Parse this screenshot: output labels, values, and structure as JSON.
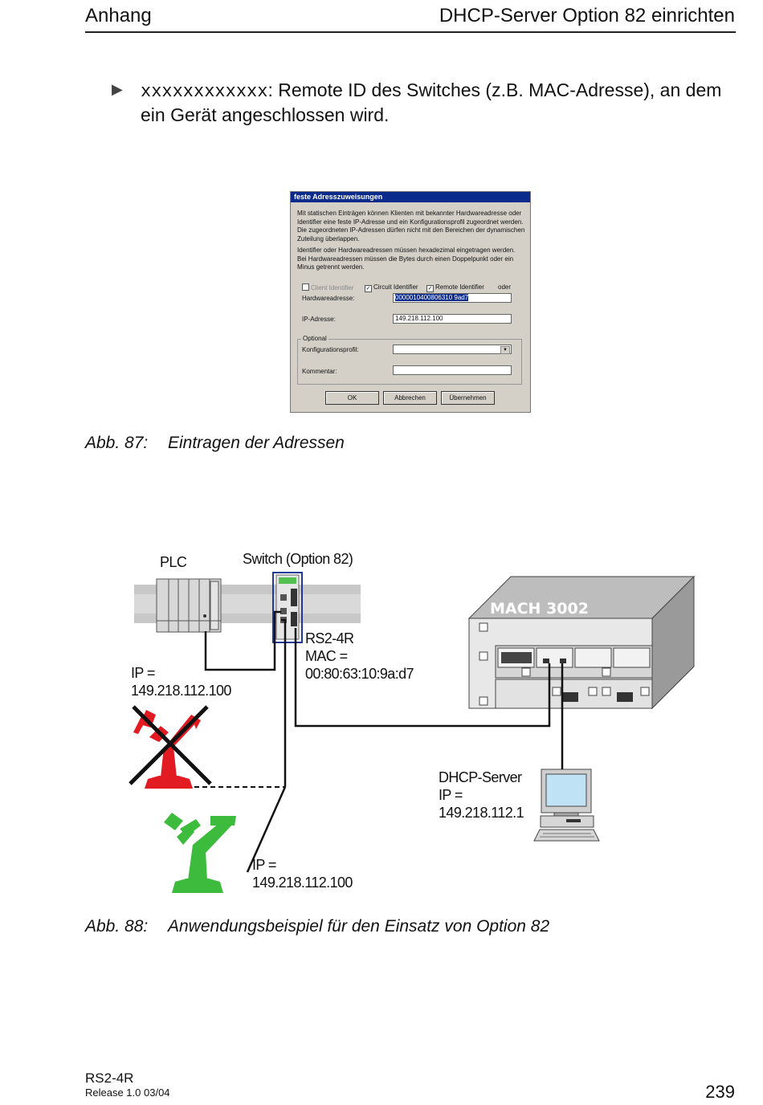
{
  "header": {
    "left": "Anhang",
    "right": "DHCP-Server Option 82 einrichten"
  },
  "bullet": {
    "code": "xxxxxxxxxxxx",
    "text": ": Remote ID des Switches (z.B. MAC-Adresse), an dem ein Gerät angeschlossen wird."
  },
  "dialog": {
    "title": "feste Adresszuweisungen",
    "para1": "Mit statischen Einträgen können Klienten mit bekannter Hardwareadresse oder Identifier eine feste IP-Adresse und ein Konfigurationsprofil zugeordnet werden. Die zugeordneten IP-Adressen dürfen nicht mit den Bereichen der dynamischen Zuteilung überlappen.",
    "para2": "Identifier oder Hardwareadressen müssen hexadezimal eingetragen werden. Bei Hardwareadressen müssen die Bytes durch einen Doppelpunkt oder ein Minus getrennt werden.",
    "chk_client": "Client Identifier",
    "chk_circuit": "Circuit Identifier",
    "chk_remote": "Remote Identifier",
    "chk_oder": "oder",
    "hw_label": "Hardwareadresse:",
    "hw_value": "0000010400806310 9ad7",
    "ip_label": "IP-Adresse:",
    "ip_value": "149.218.112.100",
    "optional_label": "Optional",
    "profile_label": "Konfigurationsprofil:",
    "comment_label": "Kommentar:",
    "btn_ok": "OK",
    "btn_cancel": "Abbrechen",
    "btn_apply": "Übernehmen"
  },
  "caption87": {
    "num": "Abb. 87:",
    "text": "Eintragen der Adressen"
  },
  "diagram": {
    "plc": "PLC",
    "switch": "Switch (Option 82)",
    "mach": "MACH 3002",
    "rs2_l1": "RS2-4R",
    "rs2_l2": "MAC =",
    "rs2_l3": "00:80:63:10:9a:d7",
    "ip_old_l1": "IP =",
    "ip_old_l2": "149.218.112.100",
    "dhcp_l1": "DHCP-Server",
    "dhcp_l2": "IP =",
    "dhcp_l3": "149.218.112.1",
    "ip_new_l1": "IP =",
    "ip_new_l2": "149.218.112.100"
  },
  "caption88": {
    "num": "Abb. 88:",
    "text": "Anwendungsbeispiel für den Einsatz von Option 82"
  },
  "footer": {
    "product": "RS2-4R",
    "release": "Release  1.0  03/04",
    "page": "239"
  },
  "colors": {
    "robot_old": "#e21b23",
    "robot_new": "#3dbb3d",
    "dialog_title": "#0a2a8c"
  }
}
